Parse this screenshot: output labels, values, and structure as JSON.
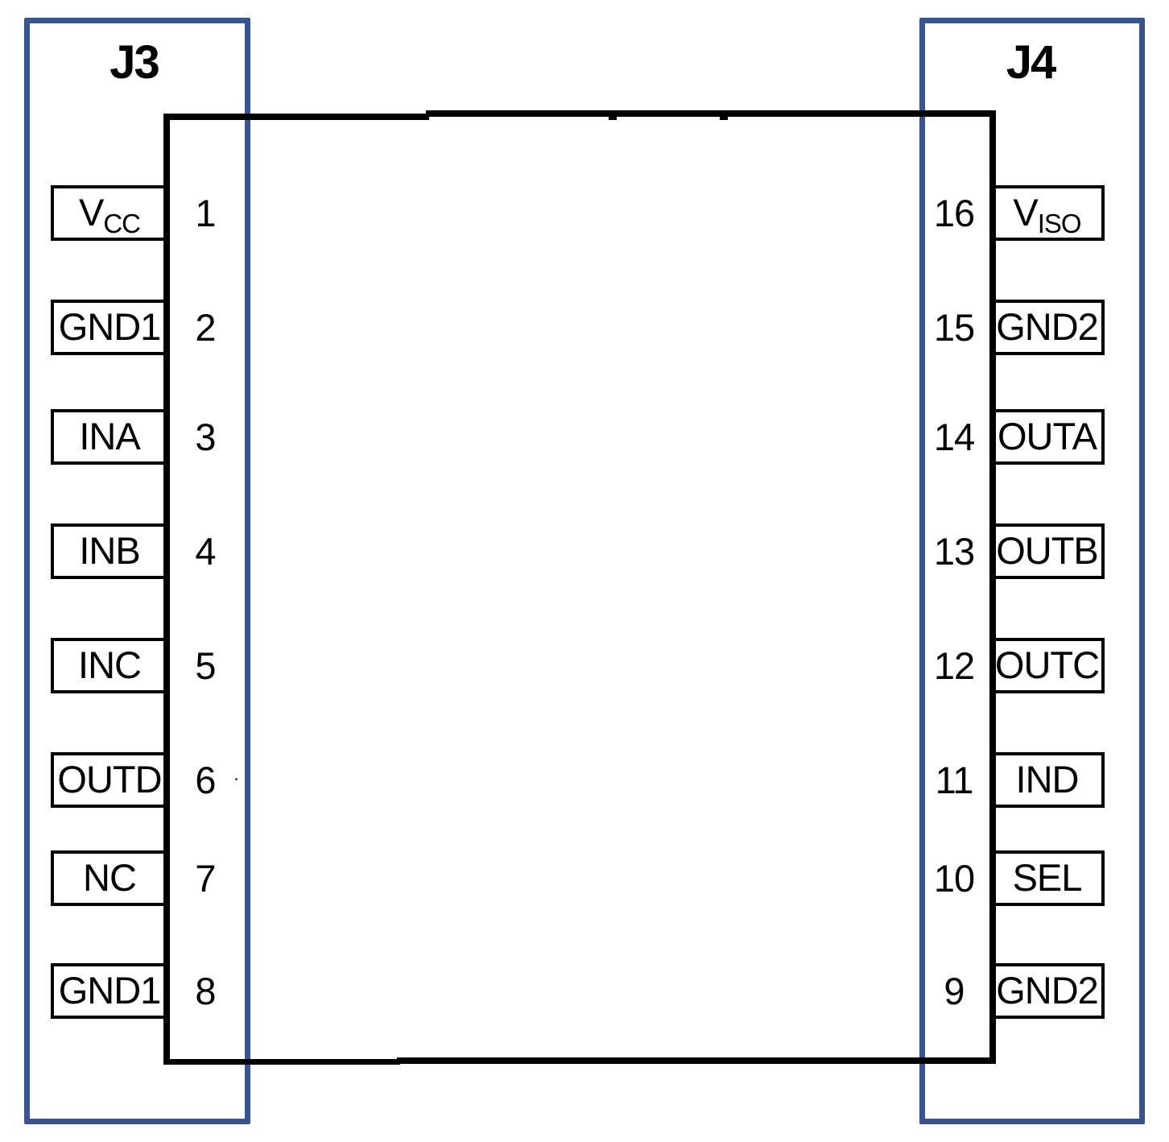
{
  "connectors": {
    "j3": {
      "title": "J3"
    },
    "j4": {
      "title": "J4"
    }
  },
  "pins": {
    "left": [
      {
        "number": "1",
        "label": "V",
        "sub": "CC"
      },
      {
        "number": "2",
        "label": "GND1",
        "sub": ""
      },
      {
        "number": "3",
        "label": "INA",
        "sub": ""
      },
      {
        "number": "4",
        "label": "INB",
        "sub": ""
      },
      {
        "number": "5",
        "label": "INC",
        "sub": ""
      },
      {
        "number": "6",
        "label": "OUTD",
        "sub": ""
      },
      {
        "number": "7",
        "label": "NC",
        "sub": ""
      },
      {
        "number": "8",
        "label": "GND1",
        "sub": ""
      }
    ],
    "right": [
      {
        "number": "16",
        "label": "V",
        "sub": "ISO"
      },
      {
        "number": "15",
        "label": "GND2",
        "sub": ""
      },
      {
        "number": "14",
        "label": "OUTA",
        "sub": ""
      },
      {
        "number": "13",
        "label": "OUTB",
        "sub": ""
      },
      {
        "number": "12",
        "label": "OUTC",
        "sub": ""
      },
      {
        "number": "11",
        "label": "IND",
        "sub": ""
      },
      {
        "number": "10",
        "label": "SEL",
        "sub": ""
      },
      {
        "number": "9",
        "label": "GND2",
        "sub": ""
      }
    ]
  },
  "colors": {
    "connector_outline": "#38538E",
    "line": "#000000",
    "background": "#FFFFFF"
  }
}
